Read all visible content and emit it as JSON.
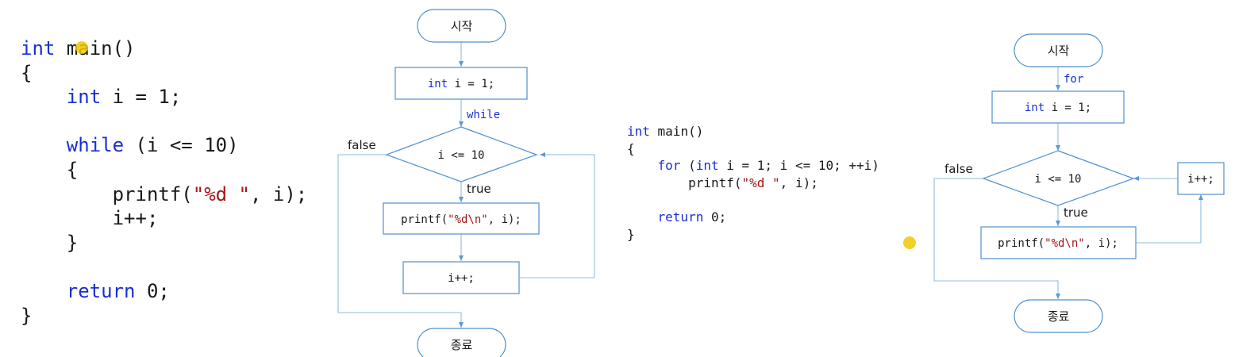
{
  "code_while": {
    "lines": [
      {
        "kw": "int",
        "rest": " main()"
      },
      {
        "text": "{"
      },
      {
        "indent": "    ",
        "kw": "int",
        "rest": " i = 1;"
      },
      {
        "text": ""
      },
      {
        "indent": "    ",
        "kw": "while",
        "rest": " (i <= 10)"
      },
      {
        "indent": "    ",
        "text": "{"
      },
      {
        "indent": "        ",
        "pre": "printf(",
        "str": "\"%d \"",
        "post": ", i);"
      },
      {
        "indent": "        ",
        "text": "i++;"
      },
      {
        "indent": "    ",
        "text": "}"
      },
      {
        "text": ""
      },
      {
        "indent": "    ",
        "kw": "return",
        "rest": " 0;"
      },
      {
        "text": "}"
      }
    ]
  },
  "code_for": {
    "lines": [
      {
        "kw": "int",
        "rest": " main()"
      },
      {
        "text": "{"
      },
      {
        "indent": "    ",
        "kw": "for",
        "rest": " (",
        "kw2": "int",
        "rest2": " i = 1; i <= 10; ++i)"
      },
      {
        "indent": "        ",
        "pre": "printf(",
        "str": "\"%d \"",
        "post": ", i);"
      },
      {
        "text": ""
      },
      {
        "indent": "    ",
        "kw": "return",
        "rest": " 0;"
      },
      {
        "text": "}"
      }
    ]
  },
  "flow_while": {
    "start": "시작",
    "init_kw": "int",
    "init_rest": " i = 1;",
    "loop_label": "while",
    "condition": "i <= 10",
    "false_label": "false",
    "true_label": "true",
    "print_pre": "printf(",
    "print_str": "\"%d\\n\"",
    "print_post": ", i);",
    "increment": "i++;",
    "end": "종료"
  },
  "flow_for": {
    "start": "시작",
    "loop_label": "for",
    "init_kw": "int",
    "init_rest": " i = 1;",
    "condition": "i <= 10",
    "false_label": "false",
    "true_label": "true",
    "print_pre": "printf(",
    "print_str": "\"%d\\n\"",
    "print_post": ", i);",
    "increment": "i++;",
    "end": "종료"
  },
  "colors": {
    "keyword": "#1a2fd4",
    "string": "#a31515",
    "shape_stroke": "#4f8fd0",
    "connector": "#8fbbe3",
    "cursor_highlight": "#f0c800"
  }
}
